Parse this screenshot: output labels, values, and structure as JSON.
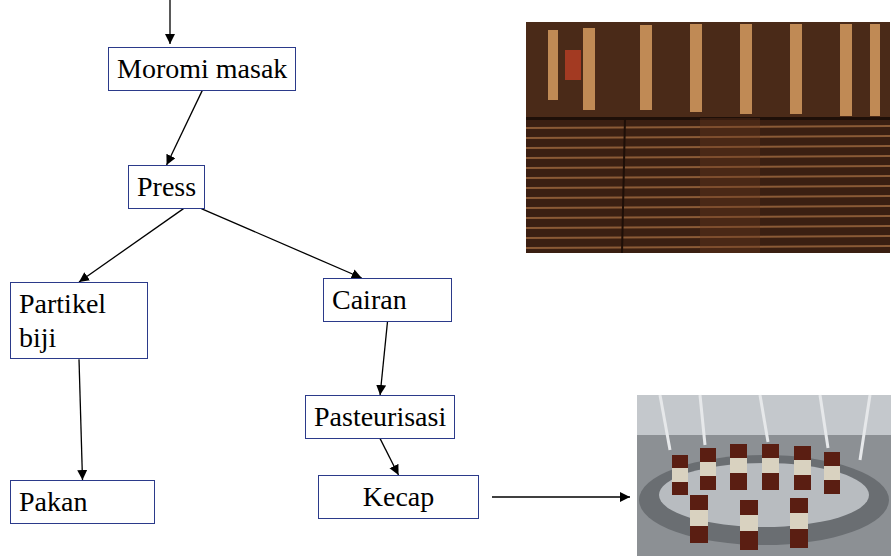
{
  "diagram": {
    "nodes": [
      {
        "text": [
          "Moromi masak"
        ]
      },
      {
        "text": [
          "Press"
        ]
      },
      {
        "text": [
          "Partikel biji"
        ]
      },
      {
        "text": [
          "Cairan"
        ]
      },
      {
        "text": [
          "Pasteurisasi"
        ]
      },
      {
        "text": [
          "Kecap"
        ]
      },
      {
        "text": [
          "Pakan"
        ]
      }
    ],
    "edges": [
      {
        "from": 0,
        "to": 1,
        "arrow": "to"
      },
      {
        "from": 1,
        "to": 2,
        "arrow": "to"
      },
      {
        "from": 1,
        "to": 3,
        "arrow": "to"
      },
      {
        "from": 3,
        "to": 4,
        "arrow": "to"
      },
      {
        "from": 4,
        "to": 5,
        "arrow": "to"
      },
      {
        "from": 2,
        "to": 6,
        "arrow": "to"
      }
    ]
  }
}
